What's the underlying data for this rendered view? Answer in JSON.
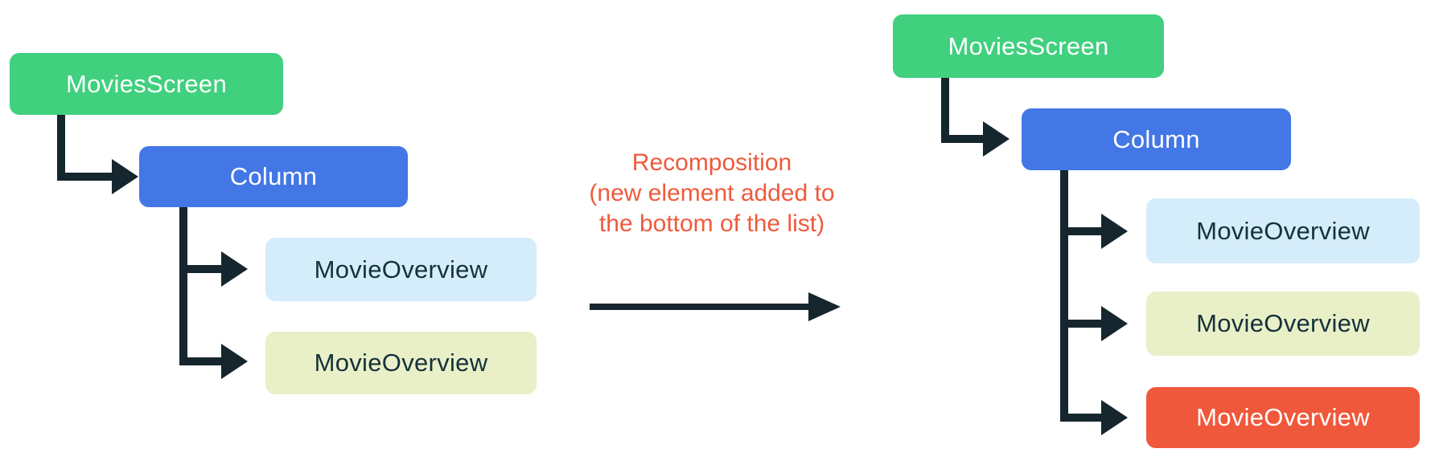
{
  "palette": {
    "green": "#40D07E",
    "blue": "#4377E6",
    "light_blue": "#D5ECFA",
    "light_green": "#E9F0C8",
    "orange": "#F0583B",
    "connector": "#16262E",
    "annotation_text": "#EF5A3C",
    "dark_text": "#16313B",
    "background": "#FFFFFF"
  },
  "annotation": {
    "line1": "Recomposition",
    "line2": "(new element added to",
    "line3": "the bottom of the list)"
  },
  "before_tree": {
    "nodes": [
      {
        "label": "MoviesScreen",
        "color": "green"
      },
      {
        "label": "Column",
        "color": "blue"
      },
      {
        "label": "MovieOverview",
        "color": "light_blue"
      },
      {
        "label": "MovieOverview",
        "color": "light_green"
      }
    ]
  },
  "after_tree": {
    "nodes": [
      {
        "label": "MoviesScreen",
        "color": "green"
      },
      {
        "label": "Column",
        "color": "blue"
      },
      {
        "label": "MovieOverview",
        "color": "light_blue"
      },
      {
        "label": "MovieOverview",
        "color": "light_green"
      },
      {
        "label": "MovieOverview",
        "color": "orange",
        "highlighted": true
      }
    ]
  }
}
